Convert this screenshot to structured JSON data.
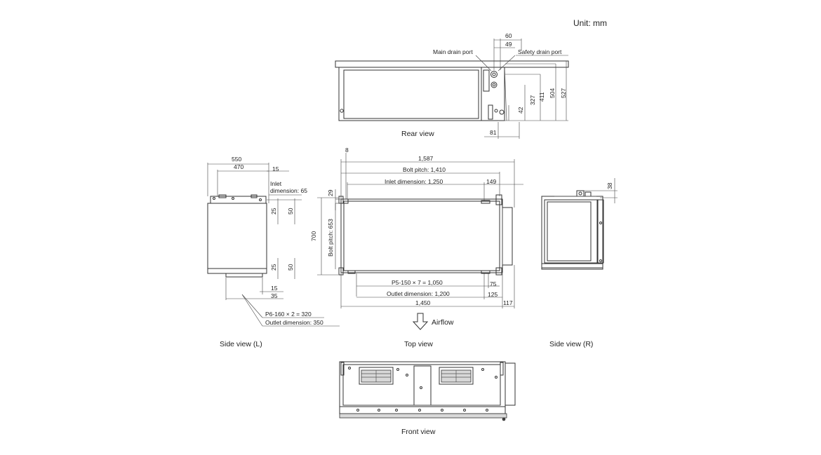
{
  "unit": "Unit: mm",
  "view_titles": {
    "rear": "Rear view",
    "side_left": "Side view (L)",
    "top": "Top view",
    "side_right": "Side view (R)",
    "front": "Front view"
  },
  "airflow": "Airflow",
  "rear": {
    "main_drain_port": "Main drain port",
    "safety_drain_port": "Safety drain port",
    "dim_60": "60",
    "dim_49": "49",
    "dim_42": "42",
    "dim_327": "327",
    "dim_411": "411",
    "dim_504": "504",
    "dim_527": "527",
    "dim_81": "81"
  },
  "side_left": {
    "dim_550": "550",
    "dim_470": "470",
    "dim_15_top": "15",
    "inlet_line1": "Inlet",
    "inlet_line2": "dimension: 65",
    "dim_25_top": "25",
    "dim_50_top": "50",
    "dim_700": "700",
    "dim_25_bottom": "25",
    "dim_50_bottom": "50",
    "dim_15_bottom": "15",
    "dim_35": "35",
    "pitch": "P6-160 × 2 = 320",
    "outlet": "Outlet dimension: 350"
  },
  "top": {
    "dim_8": "8",
    "dim_1587": "1,587",
    "bolt_pitch_h": "Bolt pitch: 1,410",
    "inlet_dim": "Inlet dimension: 1,250",
    "dim_149": "149",
    "dim_29": "29",
    "bolt_pitch_v": "Bolt pitch: 653",
    "pitch": "P5-150 × 7 = 1,050",
    "dim_75": "75",
    "outlet_dim": "Outlet dimension: 1,200",
    "dim_125": "125",
    "dim_1450": "1,450",
    "dim_117": "117"
  },
  "side_right": {
    "dim_38": "38"
  }
}
